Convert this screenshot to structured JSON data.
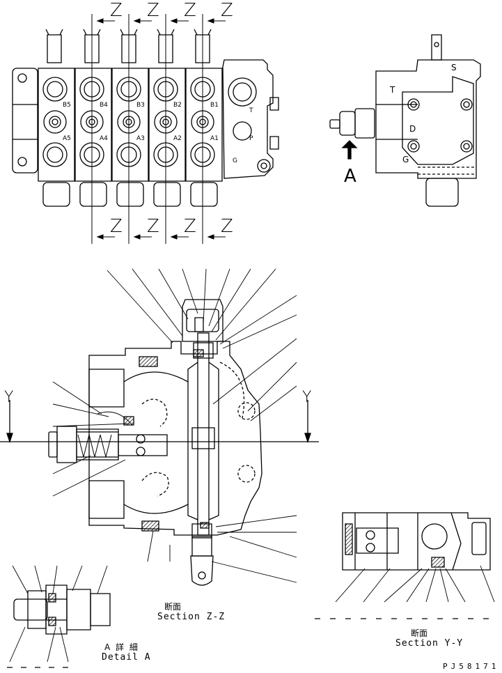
{
  "top_view": {
    "section_letter": "Z",
    "port_labels_b": [
      "B5",
      "B4",
      "B3",
      "B2",
      "B1"
    ],
    "port_labels_a": [
      "A5",
      "A4",
      "A3",
      "A2",
      "A1"
    ],
    "inlet_labels": [
      "T",
      "P",
      "G"
    ]
  },
  "side_view": {
    "port_letters": [
      "S",
      "T",
      "D",
      "G"
    ],
    "arrow_label": "A"
  },
  "section_zz": {
    "cut_letter": "Y",
    "caption_jp": "断面",
    "caption_en": "Section Z-Z"
  },
  "section_yy": {
    "caption_jp": "断面",
    "caption_en": "Section Y-Y"
  },
  "detail_a": {
    "caption_jp": "A 詳 細",
    "caption_en": "Detail A"
  },
  "drawing_code": "PJ58171"
}
